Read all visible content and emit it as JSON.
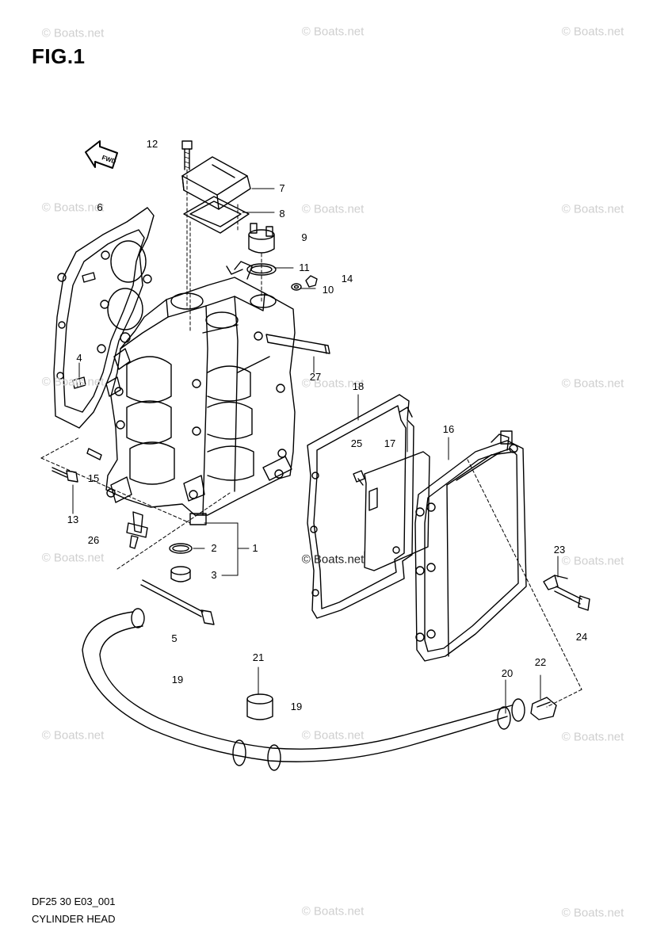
{
  "figure_title": "FIG.1",
  "fwd_badge": "FWD",
  "watermark": "© Boats.net",
  "footer": {
    "code": "DF25 30 E03_001",
    "name": "CYLINDER HEAD"
  },
  "callouts": [
    "1",
    "2",
    "3",
    "4",
    "5",
    "6",
    "7",
    "8",
    "9",
    "10",
    "11",
    "12",
    "13",
    "14",
    "15",
    "16",
    "17",
    "18",
    "19",
    "19",
    "20",
    "21",
    "22",
    "23",
    "24",
    "25",
    "26",
    "27"
  ]
}
